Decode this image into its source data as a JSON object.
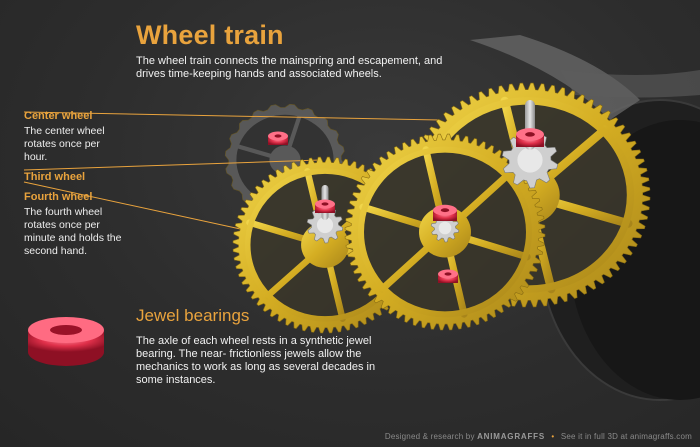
{
  "header": {
    "title": "Wheel train",
    "description": "The wheel train connects the mainspring and escapement, and drives time-keeping hands and associated wheels."
  },
  "callouts": {
    "center_wheel": {
      "title": "Center wheel",
      "text": "The center wheel rotates once per hour."
    },
    "third_wheel": {
      "title": "Third wheel"
    },
    "fourth_wheel": {
      "title": "Fourth wheel",
      "text": "The fourth wheel rotates once per minute and holds the second hand."
    }
  },
  "jewel": {
    "title": "Jewel bearings",
    "text": "The axle of each wheel rests in a synthetic jewel bearing. The near- frictionless jewels allow the mechanics to work as long as several decades in some instances."
  },
  "footer": {
    "credit_prefix": "Designed & research by",
    "brand": "ANIMAGRAFFS",
    "separator": "•",
    "link_text": "See it in full 3D at animagraffs.com"
  },
  "colors": {
    "accent": "#e9a33d",
    "background": "#2e2e2e",
    "gear_gold": "#d9b52a",
    "jewel_red": "#e0304a"
  }
}
